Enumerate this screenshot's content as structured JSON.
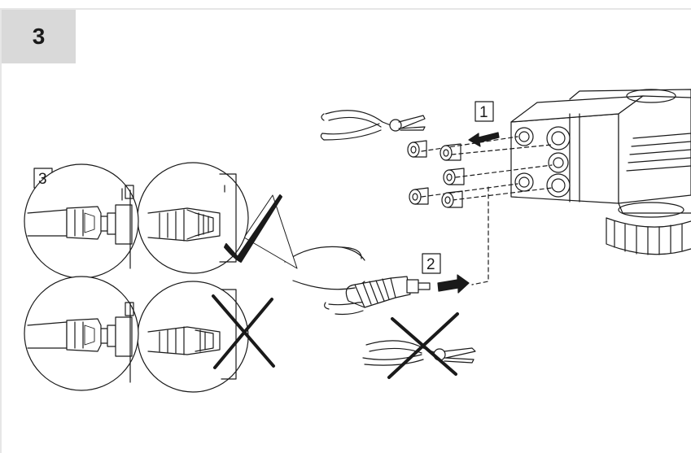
{
  "step_number": "3",
  "callouts": [
    {
      "id": "1",
      "label": "1"
    },
    {
      "id": "2",
      "label": "2"
    },
    {
      "id": "3",
      "label": "3"
    }
  ],
  "colors": {
    "step_box": "#d9d9d9",
    "line": "#1a1a1a",
    "frame": "#e6e6e6"
  }
}
